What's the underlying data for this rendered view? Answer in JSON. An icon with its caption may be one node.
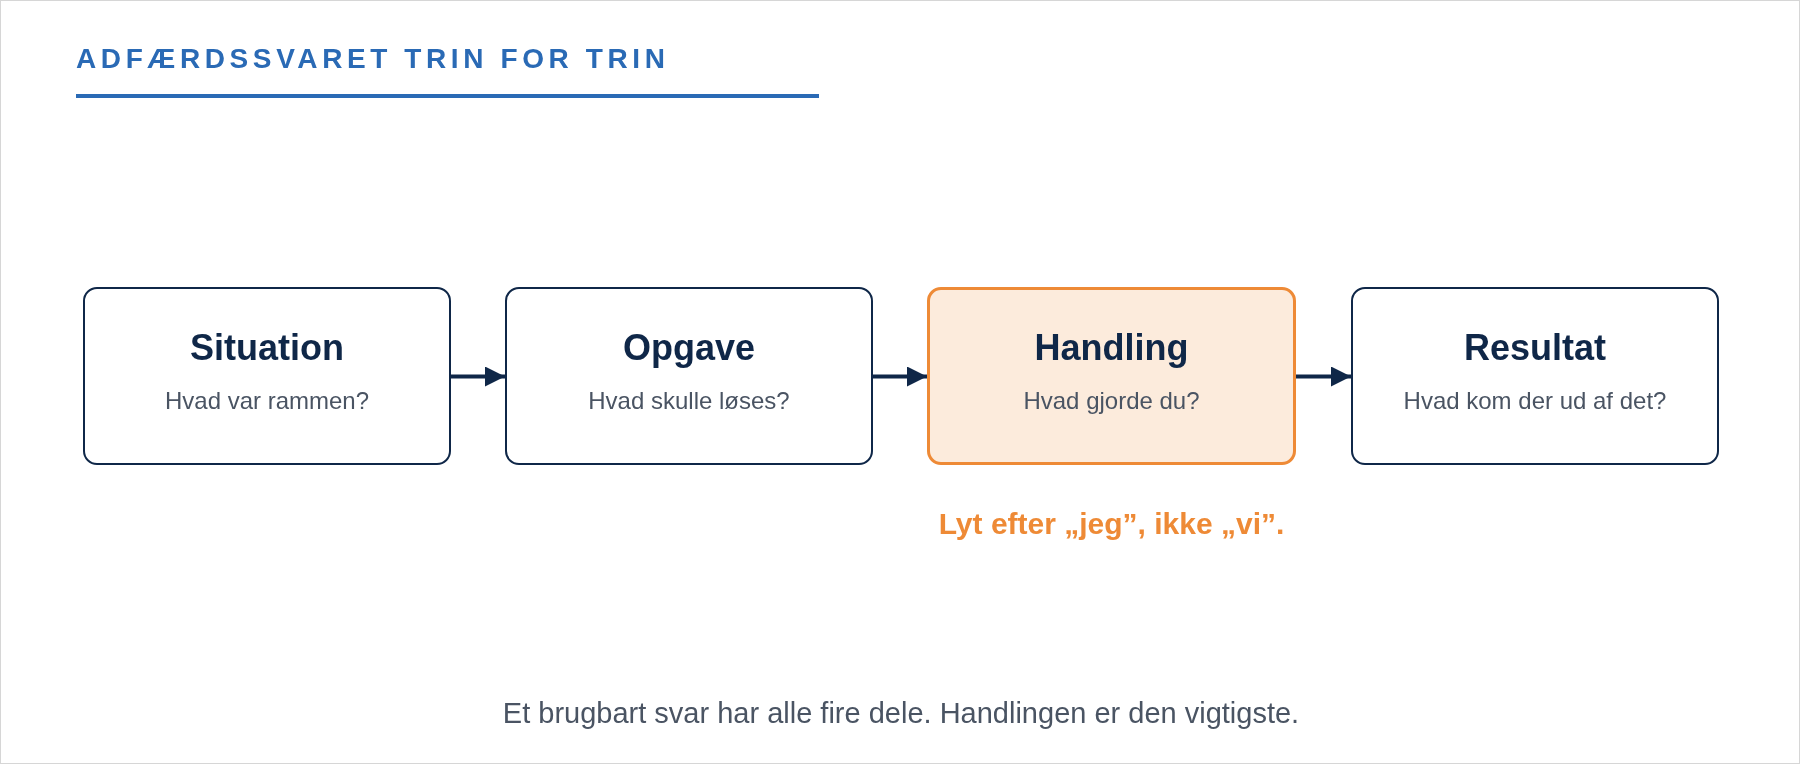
{
  "diagram": {
    "title": "ADFÆRDSSVARET TRIN FOR TRIN",
    "nodes": [
      {
        "text": [
          "Situation",
          "Hvad var rammen?"
        ]
      },
      {
        "text": [
          "Opgave",
          "Hvad skulle løses?"
        ]
      },
      {
        "text": [
          "Handling",
          "Hvad gjorde du?"
        ],
        "beside": [
          "Lyt efter „jeg”, ikke „vi”."
        ]
      },
      {
        "text": [
          "Resultat",
          "Hvad kom der ud af det?"
        ]
      }
    ],
    "edges": [
      {
        "from": 0,
        "to": 1,
        "arrow": "to"
      },
      {
        "from": 1,
        "to": 2,
        "arrow": "to"
      },
      {
        "from": 2,
        "to": 3,
        "arrow": "to"
      }
    ],
    "caption": "Et brugbart svar har alle fire dele. Handlingen er den vigtigste."
  }
}
